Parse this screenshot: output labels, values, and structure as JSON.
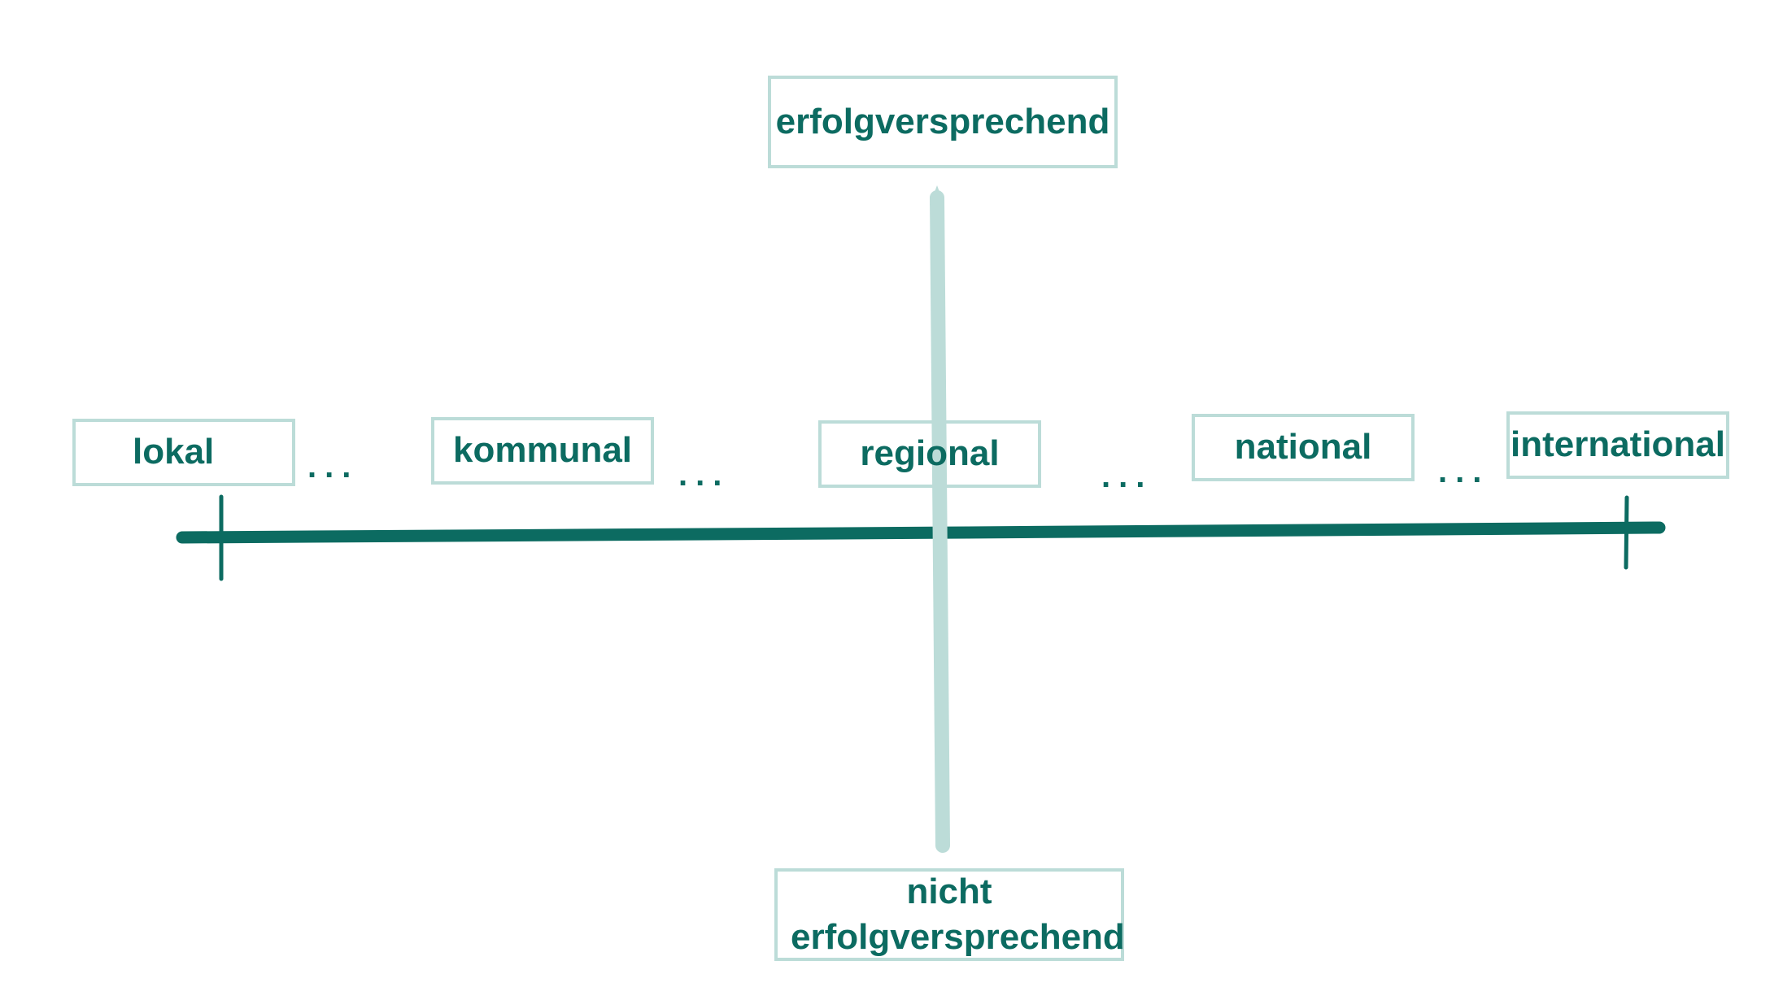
{
  "colors": {
    "axis_dark": "#0c6b61",
    "axis_light": "#bcdcd8",
    "box_border": "#bcdcd8"
  },
  "vertical_axis": {
    "top": "erfolgversprechend",
    "bottom": "nicht erfolgversprechend"
  },
  "scale": {
    "labels": [
      "lokal",
      "kommunal",
      "regional",
      "national",
      "international"
    ],
    "separator": "..."
  }
}
